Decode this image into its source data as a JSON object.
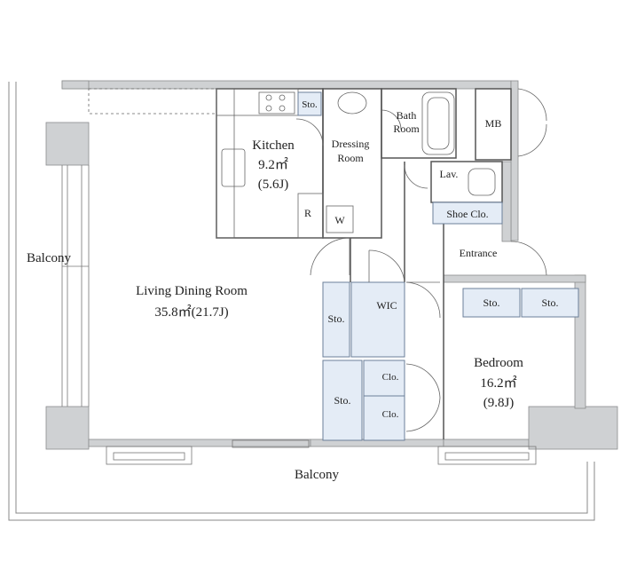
{
  "plan": {
    "rooms": {
      "living": {
        "name": "Living Dining Room",
        "area": "35.8㎡(21.7J)"
      },
      "kitchen": {
        "name": "Kitchen",
        "area": "9.2㎡",
        "tatami": "(5.6J)"
      },
      "dressing": {
        "line1": "Dressing",
        "line2": "Room"
      },
      "bath": {
        "line1": "Bath",
        "line2": "Room"
      },
      "bedroom": {
        "name": "Bedroom",
        "area": "16.2㎡",
        "tatami": "(9.8J)"
      },
      "entrance": "Entrance",
      "lav": "Lav.",
      "mb": "MB",
      "wic": "WIC",
      "shoe": "Shoe Clo."
    },
    "storage": {
      "kitchen_sto": "Sto.",
      "ldk_sto_upper": "Sto.",
      "ldk_sto_lower": "Sto.",
      "bed_sto_left": "Sto.",
      "bed_sto_right": "Sto.",
      "clo_upper": "Clo.",
      "clo_lower": "Clo."
    },
    "fixtures": {
      "refrigerator": "R",
      "washer": "W"
    },
    "balcony_left": "Balcony",
    "balcony_bottom": "Balcony",
    "colors": {
      "wall": "#cfd1d3",
      "storage_fill": "#e4ecf6",
      "storage_stroke": "#6b7f99",
      "line": "#555555"
    }
  }
}
